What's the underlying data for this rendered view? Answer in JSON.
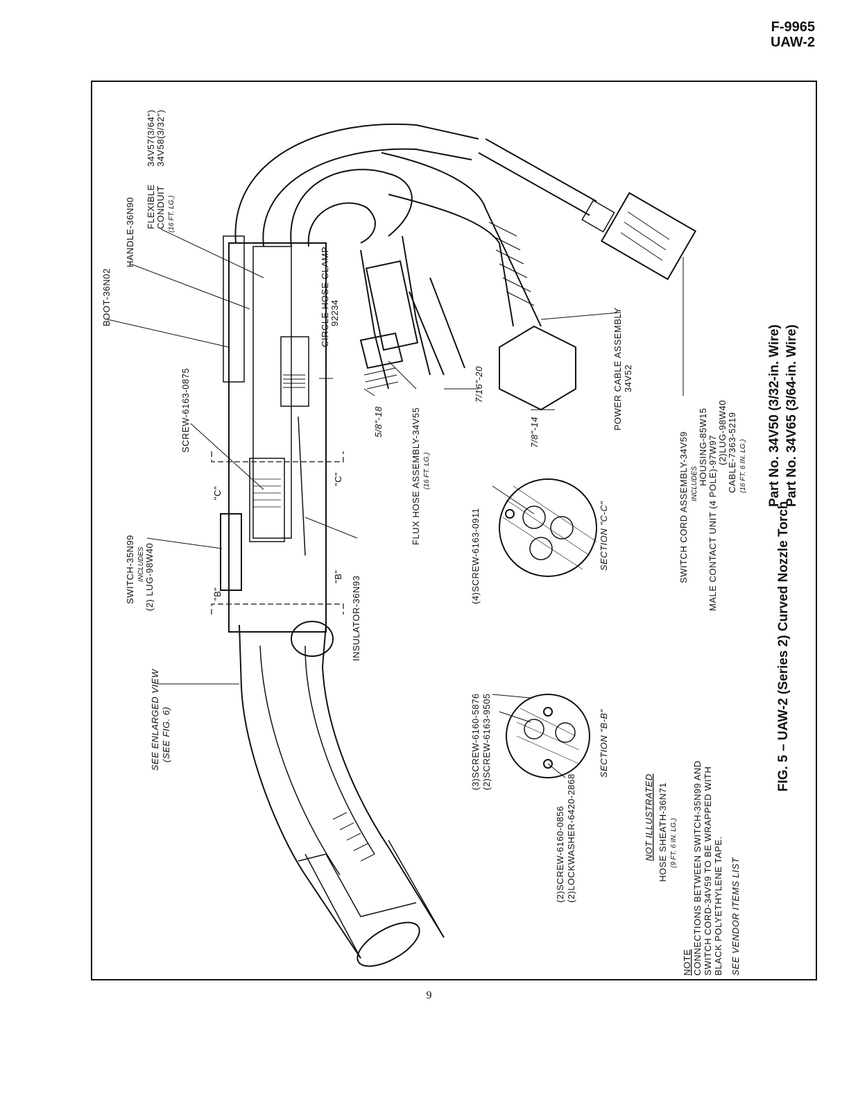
{
  "header": {
    "doc_number": "F-9965",
    "model": "UAW-2"
  },
  "page_number": "9",
  "figure": {
    "caption_main": "FIG. 5 – UAW-2 (Series 2) Curved Nozzle Torch",
    "caption_part1": "Part No. 34V50 (3/32-in. Wire)",
    "caption_part2": "Part No. 34V65 (3/64-in. Wire)"
  },
  "labels": {
    "boot": "BOOT-36N02",
    "handle": "HANDLE-36N90",
    "conduit_1": "FLEXIBLE",
    "conduit_2": "CONDUIT",
    "conduit_3": "(16 FT. LG.)",
    "conduit_p1": "34V57(3/64\")",
    "conduit_p2": "34V58(3/32\")",
    "hose_clamp_1": "CIRCLE HOSE CLAMP",
    "hose_clamp_2": "92234",
    "screw_0875": "SCREW-6163-0875",
    "switch_1": "SWITCH-35N99",
    "switch_2": "INCLUDES",
    "switch_3": "(2) LUG-98W40",
    "insulator": "INSULATOR-36N93",
    "enlarged_1": "SEE ENLARGED VIEW",
    "enlarged_2": "(SEE FIG. 6)",
    "flux_hose_1": "FLUX HOSE ASSEMBLY-34V55",
    "flux_hose_2": "(16 FT. LG.)",
    "thread_58": "5/8\"-18",
    "thread_716": "7/16\"-20",
    "thread_78": "7/8\"-14",
    "power_cable_1": "POWER CABLE ASSEMBLY",
    "power_cable_2": "34V52",
    "switch_cord_1": "SWITCH CORD ASSEMBLY-34V59",
    "switch_cord_2": "INCLUDES",
    "switch_cord_3": "HOUSING-85W15",
    "switch_cord_4": "MALE CONTACT UNIT (4 POLE)-97W97",
    "switch_cord_5": "(2)LUG-98W40",
    "switch_cord_6": "CABLE-7363-5219",
    "switch_cord_7": "(16 FT. 6 IN. LG.)",
    "section_c_screw": "(4)SCREW-6163-0911",
    "section_c": "SECTION \"C-C\"",
    "section_b": "SECTION \"B-B\"",
    "screw_5876": "(3)SCREW-6160-5876",
    "screw_9505": "(2)SCREW-6163-9505",
    "screw_0856": "(2)SCREW-6160-0856",
    "lockwasher": "(2)LOCKWASHER-6420-2868",
    "not_illustrated": "NOT ILLUSTRATED",
    "hose_sheath_1": "HOSE SHEATH-36N71",
    "hose_sheath_2": "(9 FT. 6 IN. LG.)",
    "note_title": "NOTE",
    "note_1": "CONNECTIONS BETWEEN SWITCH-35N99 AND",
    "note_2": "SWITCH CORD-34V59 TO BE WRAPPED WITH",
    "note_3": "BLACK POLYETHYLENE TAPE.",
    "vendor": "SEE VENDOR ITEMS LIST",
    "sect_c_mark": "\"C\"",
    "sect_b_mark": "\"B\""
  }
}
